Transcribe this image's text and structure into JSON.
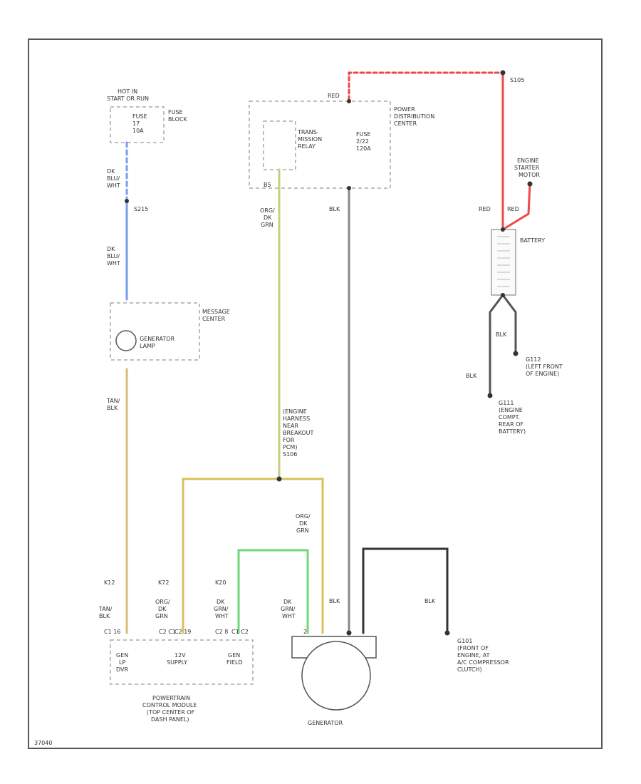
{
  "diagram_id": "37040",
  "labels": {
    "hot_in": [
      "HOT IN",
      "START OR RUN"
    ],
    "fuse_block_a": [
      "FUSE",
      "17",
      "10A"
    ],
    "fuse_block_b": [
      "FUSE",
      "BLOCK"
    ],
    "dk_blu_wht_1": [
      "DK",
      "BLU/",
      "WHT"
    ],
    "s215": "S215",
    "dk_blu_wht_2": [
      "DK",
      "BLU/",
      "WHT"
    ],
    "message_center": [
      "MESSAGE",
      "CENTER"
    ],
    "generator_lamp": [
      "GENERATOR",
      "LAMP"
    ],
    "tan_blk_1": [
      "TAN/",
      "BLK"
    ],
    "red_top": "RED",
    "transmission_relay": [
      "TRANS-",
      "MISSION",
      "RELAY"
    ],
    "fuse_power": [
      "FUSE",
      "2/22",
      "120A"
    ],
    "power_dist": [
      "POWER",
      "DISTRIBUTION",
      "CENTER"
    ],
    "b5": "B5",
    "org_dk_grn_1": [
      "ORG/",
      "DK",
      "GRN"
    ],
    "blk_center": "BLK",
    "s105": "S105",
    "engine_starter_motor": [
      "ENGINE",
      "STARTER",
      "MOTOR"
    ],
    "red_red": [
      "RED",
      "RED"
    ],
    "battery": "BATTERY",
    "blk_bat": "BLK",
    "g112": [
      "G112",
      "(LEFT FRONT",
      "OF ENGINE)"
    ],
    "blk_bat2": "BLK",
    "g111": [
      "G111",
      "(ENGINE",
      "COMPT.",
      "REAR OF",
      "BATTERY)"
    ],
    "engine_harness": [
      "(ENGINE",
      "HARNESS",
      "NEAR",
      "BREAKOUT",
      "FOR",
      "PCM)",
      "S106"
    ],
    "org_dk_grn_2": [
      "ORG/",
      "DK",
      "GRN"
    ],
    "k12": "K12",
    "k72": "K72",
    "k20": "K20",
    "tan_blk_2": [
      "TAN/",
      "BLK"
    ],
    "org_dk_grn_3": [
      "ORG/",
      "DK",
      "GRN"
    ],
    "dk_grn_wht_1": [
      "DK",
      "GRN/",
      "WHT"
    ],
    "dk_grn_wht_2": [
      "DK",
      "GRN/",
      "WHT"
    ],
    "blk_gen": "BLK",
    "blk_right": "BLK",
    "g101": [
      "G101",
      "(FRONT OF",
      "ENGINE, AT",
      "A/C COMPRESSOR",
      "CLUTCH)"
    ],
    "pins": [
      "C1 16",
      "C2 C1",
      "C2 19",
      "C2 8",
      "C1 C2",
      "2"
    ],
    "pcm_gen_lp": [
      "GEN",
      "LP",
      "DVR"
    ],
    "pcm_12v": [
      "12V",
      "SUPPLY"
    ],
    "pcm_gen_field": [
      "GEN",
      "FIELD"
    ],
    "pcm_title": [
      "POWERTRAIN",
      "CONTROL MODULE",
      "(TOP CENTER OF",
      "DASH PANEL)"
    ],
    "generator": "GENERATOR"
  },
  "colors": {
    "red": "#f04848",
    "blue": "#7a9cf0",
    "tan": "#d8bc7a",
    "olive": "#c8cf7c",
    "org_grn": "#d8c25a",
    "green": "#6fd77a",
    "gray": "#888888",
    "black": "#333333"
  }
}
